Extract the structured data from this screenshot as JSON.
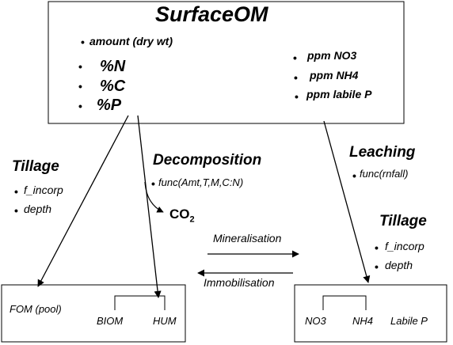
{
  "surface_om": {
    "title": "SurfaceOM",
    "amount": "amount (dry wt)",
    "pct_n": "%N",
    "pct_c": "%C",
    "pct_p": "%P",
    "ppm_no3": "ppm NO3",
    "ppm_nh4": "ppm NH4",
    "ppm_labile_p": "ppm labile P"
  },
  "tillage_left": {
    "heading": "Tillage",
    "item1": "f_incorp",
    "item2": "depth"
  },
  "decomposition": {
    "heading": "Decomposition",
    "func": "func(Amt,T,M,C:N)"
  },
  "co2": {
    "main": "CO",
    "sub": "2"
  },
  "leaching": {
    "heading": "Leaching",
    "func": "func(rnfall)"
  },
  "tillage_right": {
    "heading": "Tillage",
    "item1": "f_incorp",
    "item2": "depth"
  },
  "mineralisation": "Mineralisation",
  "immobilisation": "Immobilisation",
  "fom_box": {
    "fom": "FOM (pool)",
    "biom": "BIOM",
    "hum": "HUM"
  },
  "n_box": {
    "no3": "NO3",
    "nh4": "NH4",
    "labile_p": "Labile P"
  }
}
